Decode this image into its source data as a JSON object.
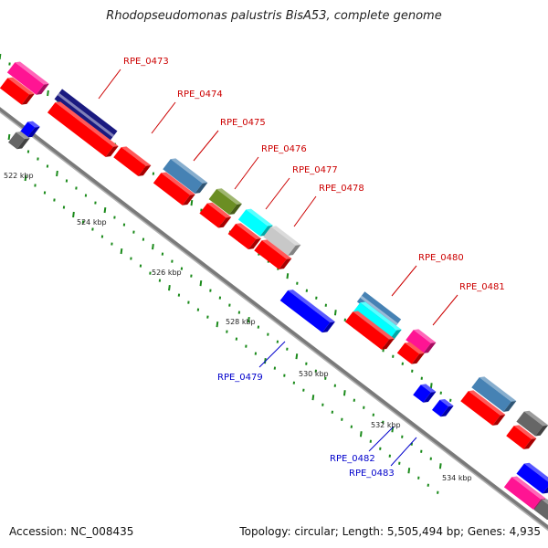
{
  "title": "Rhodopseudomonas palustris BisA53, complete genome",
  "footer": {
    "accession": "Accession: NC_008435",
    "summary": "Topology: circular; Length: 5,505,494 bp; Genes: 4,935"
  },
  "colors": {
    "backbone": "#888888",
    "tick": "#1a8a1a",
    "label_top": "#cc0000",
    "label_bottom": "#0000cc",
    "scale_label": "#222222"
  },
  "scale": {
    "unit": "kbp",
    "labels": [
      "522 kbp",
      "524 kbp",
      "526 kbp",
      "528 kbp",
      "530 kbp",
      "532 kbp",
      "534 kbp"
    ]
  },
  "genes": [
    {
      "id": "RPE_0473",
      "strand": "forward",
      "color": "#1a1a80"
    },
    {
      "id": "RPE_0474",
      "strand": "forward",
      "color": "#ff0000"
    },
    {
      "id": "RPE_0475",
      "strand": "forward",
      "color": "#4682b4"
    },
    {
      "id": "RPE_0476",
      "strand": "forward",
      "color": "#6b8e23"
    },
    {
      "id": "RPE_0477",
      "strand": "forward",
      "color": "#00ffff"
    },
    {
      "id": "RPE_0478",
      "strand": "forward",
      "color": "#c8c8c8"
    },
    {
      "id": "RPE_0479",
      "strand": "reverse",
      "color": "#0000ff"
    },
    {
      "id": "RPE_0480",
      "strand": "forward",
      "color": "#4682b4"
    },
    {
      "id": "RPE_0481",
      "strand": "forward",
      "color": "#ff1493"
    },
    {
      "id": "RPE_0482",
      "strand": "reverse",
      "color": "#0000ff"
    },
    {
      "id": "RPE_0483",
      "strand": "reverse",
      "color": "#0000ff"
    }
  ]
}
